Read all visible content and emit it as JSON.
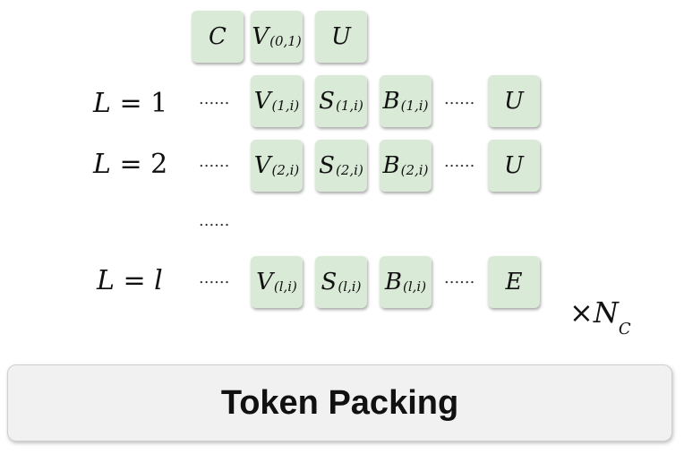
{
  "header_row": {
    "tokens": [
      {
        "sym": "C",
        "sub": ""
      },
      {
        "sym": "V",
        "sub": "(0,1)"
      },
      {
        "sym": "U",
        "sub": ""
      }
    ]
  },
  "rows": [
    {
      "label_var": "L",
      "label_eq": " = ",
      "label_val": "1",
      "tokens": [
        {
          "sym": "V",
          "sub": "(1,i)"
        },
        {
          "sym": "S",
          "sub": "(1,i)"
        },
        {
          "sym": "B",
          "sub": "(1,i)"
        }
      ],
      "end": {
        "sym": "U",
        "sub": ""
      }
    },
    {
      "label_var": "L",
      "label_eq": " = ",
      "label_val": "2",
      "tokens": [
        {
          "sym": "V",
          "sub": "(2,i)"
        },
        {
          "sym": "S",
          "sub": "(2,i)"
        },
        {
          "sym": "B",
          "sub": "(2,i)"
        }
      ],
      "end": {
        "sym": "U",
        "sub": ""
      }
    },
    {
      "label_var": "L",
      "label_eq": " = ",
      "label_val": "l",
      "tokens": [
        {
          "sym": "V",
          "sub": "(l,i)"
        },
        {
          "sym": "S",
          "sub": "(l,i)"
        },
        {
          "sym": "B",
          "sub": "(l,i)"
        }
      ],
      "end": {
        "sym": "E",
        "sub": ""
      }
    }
  ],
  "ellipsis": "......",
  "multiplier": {
    "times": "×",
    "var": "N",
    "sub": "C"
  },
  "packing_label": "Token Packing"
}
